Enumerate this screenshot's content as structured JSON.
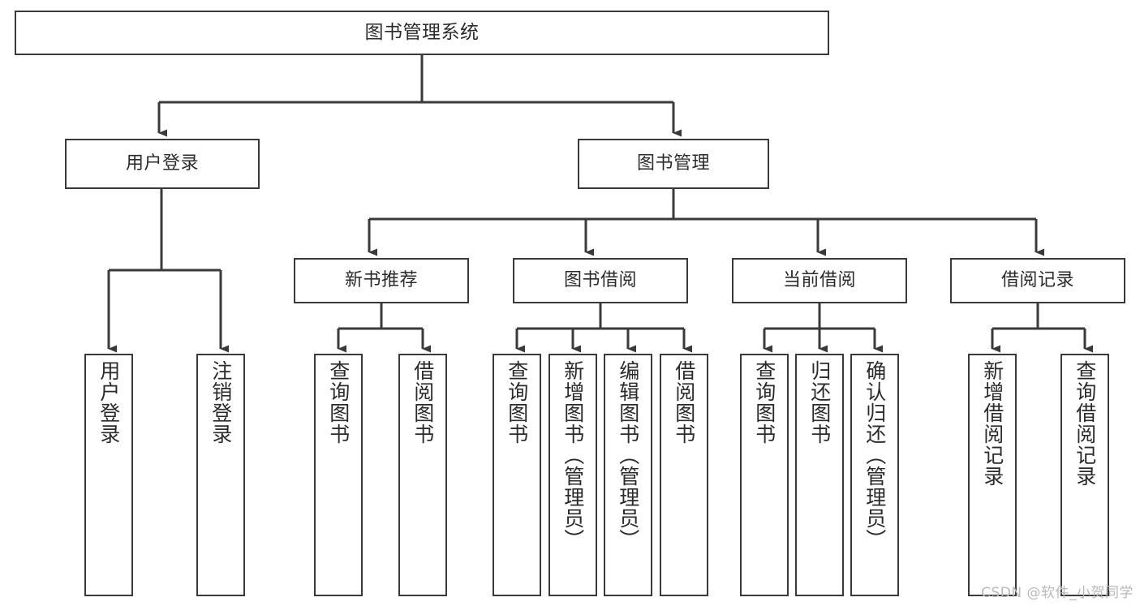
{
  "diagram": {
    "title": "图书管理系统",
    "type": "tree-hierarchy",
    "watermark": "CSDN @软件_小贺同学",
    "colors": {
      "line": "#3a3a3a",
      "box_border": "#3a3a3a",
      "box_fill": "#ffffff",
      "text": "#2b2b2b",
      "watermark": "#b9b9b9",
      "background": "#ffffff"
    },
    "nodes": {
      "root": {
        "label": "图书管理系统"
      },
      "level2": [
        {
          "label": "用户登录"
        },
        {
          "label": "图书管理"
        }
      ],
      "level3": [
        {
          "label": "新书推荐"
        },
        {
          "label": "图书借阅"
        },
        {
          "label": "当前借阅"
        },
        {
          "label": "借阅记录"
        }
      ],
      "leaves": {
        "user_login": [
          {
            "label": "用户登录"
          },
          {
            "label": "注销登录"
          }
        ],
        "new_book_recommend": [
          {
            "label": "查询图书"
          },
          {
            "label": "借阅图书"
          }
        ],
        "book_borrow": [
          {
            "label": "查询图书"
          },
          {
            "label": "新增图书（管理员）"
          },
          {
            "label": "编辑图书（管理员）"
          },
          {
            "label": "借阅图书"
          }
        ],
        "current_borrow": [
          {
            "label": "查询图书"
          },
          {
            "label": "归还图书"
          },
          {
            "label": "确认归还（管理员）"
          }
        ],
        "borrow_record": [
          {
            "label": "新增借阅记录"
          },
          {
            "label": "查询借阅记录"
          }
        ]
      }
    }
  }
}
